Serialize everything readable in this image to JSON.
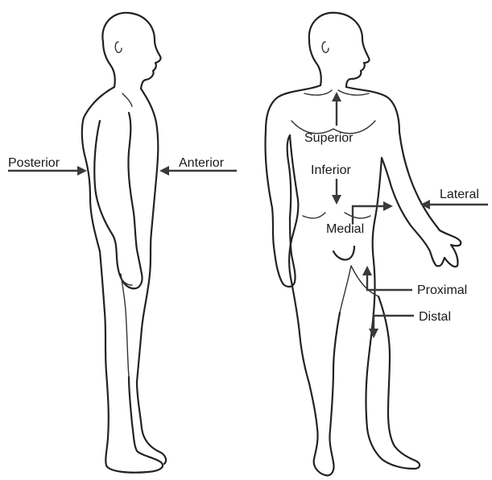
{
  "labels": {
    "posterior": "Posterior",
    "anterior": "Anterior",
    "superior": "Superior",
    "inferior": "Inferior",
    "lateral": "Lateral",
    "medial": "Medial",
    "proximal": "Proximal",
    "distal": "Distal"
  },
  "colors": {
    "background": "#ffffff",
    "line": "#222222",
    "arrow": "#3a3a3a",
    "text": "#1a1a1a"
  }
}
